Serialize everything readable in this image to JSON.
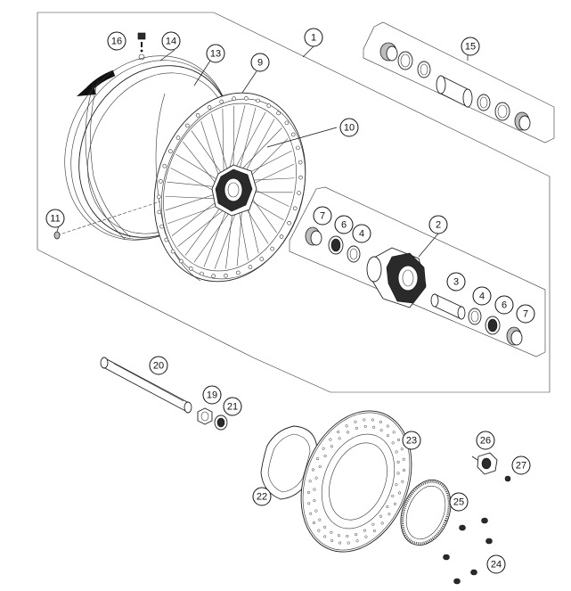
{
  "callouts": [
    {
      "id": "c1",
      "label": "1"
    },
    {
      "id": "c2",
      "label": "2"
    },
    {
      "id": "c3",
      "label": "3"
    },
    {
      "id": "c4a",
      "label": "4"
    },
    {
      "id": "c4b",
      "label": "4"
    },
    {
      "id": "c6a",
      "label": "6"
    },
    {
      "id": "c6b",
      "label": "6"
    },
    {
      "id": "c7a",
      "label": "7"
    },
    {
      "id": "c7b",
      "label": "7"
    },
    {
      "id": "c9",
      "label": "9"
    },
    {
      "id": "c10",
      "label": "10"
    },
    {
      "id": "c11",
      "label": "11"
    },
    {
      "id": "c13",
      "label": "13"
    },
    {
      "id": "c14",
      "label": "14"
    },
    {
      "id": "c15",
      "label": "15"
    },
    {
      "id": "c16",
      "label": "16"
    },
    {
      "id": "c19",
      "label": "19"
    },
    {
      "id": "c20",
      "label": "20"
    },
    {
      "id": "c21",
      "label": "21"
    },
    {
      "id": "c22",
      "label": "22"
    },
    {
      "id": "c23",
      "label": "23"
    },
    {
      "id": "c24",
      "label": "24"
    },
    {
      "id": "c25",
      "label": "25"
    },
    {
      "id": "c26",
      "label": "26"
    },
    {
      "id": "c27",
      "label": "27"
    }
  ],
  "icons": {
    "rotation_arrow": "rotation-direction-arrow-icon",
    "tire_symbols": "tire-info-symbols-icon"
  },
  "colors": {
    "ink": "#222222",
    "fill_grey": "#bdbdbd",
    "background": "#ffffff"
  }
}
